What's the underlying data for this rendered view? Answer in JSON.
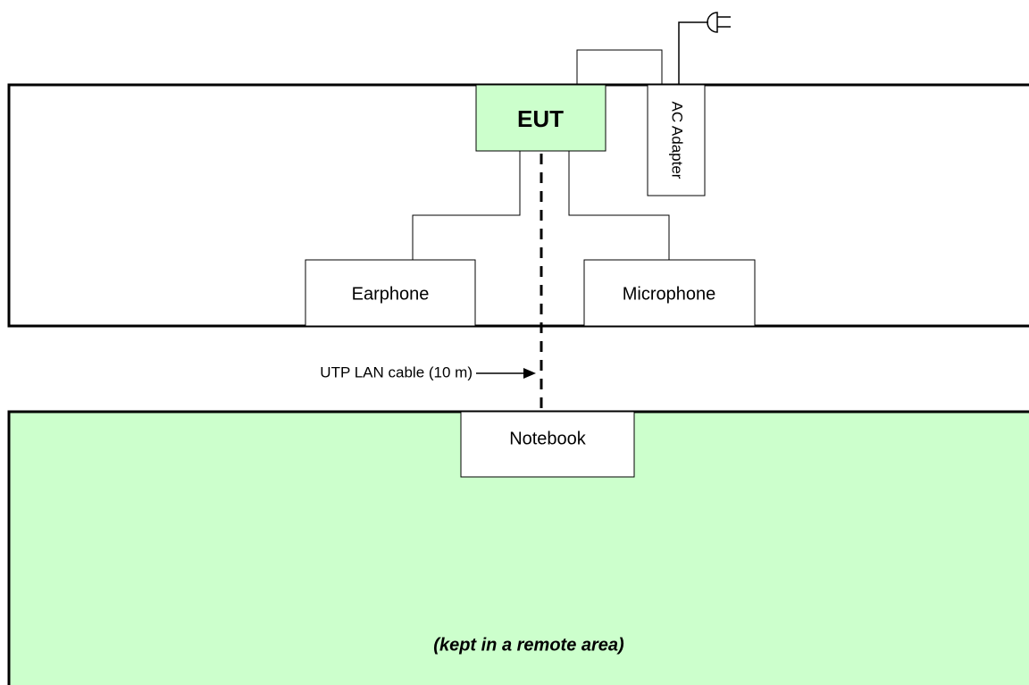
{
  "colors": {
    "line": "#000000",
    "background": "#ffffff",
    "highlight_fill": "#ccffcc"
  },
  "eut": {
    "label": "EUT"
  },
  "ac_adapter": {
    "label": "AC Adapter"
  },
  "earphone": {
    "label": "Earphone"
  },
  "microphone": {
    "label": "Microphone"
  },
  "notebook": {
    "label": "Notebook"
  },
  "lan_cable": {
    "label": "UTP LAN cable (10 m)"
  },
  "remote_area": {
    "caption": "(kept in a remote area)"
  },
  "icons": {
    "power_plug": "plug-icon"
  }
}
